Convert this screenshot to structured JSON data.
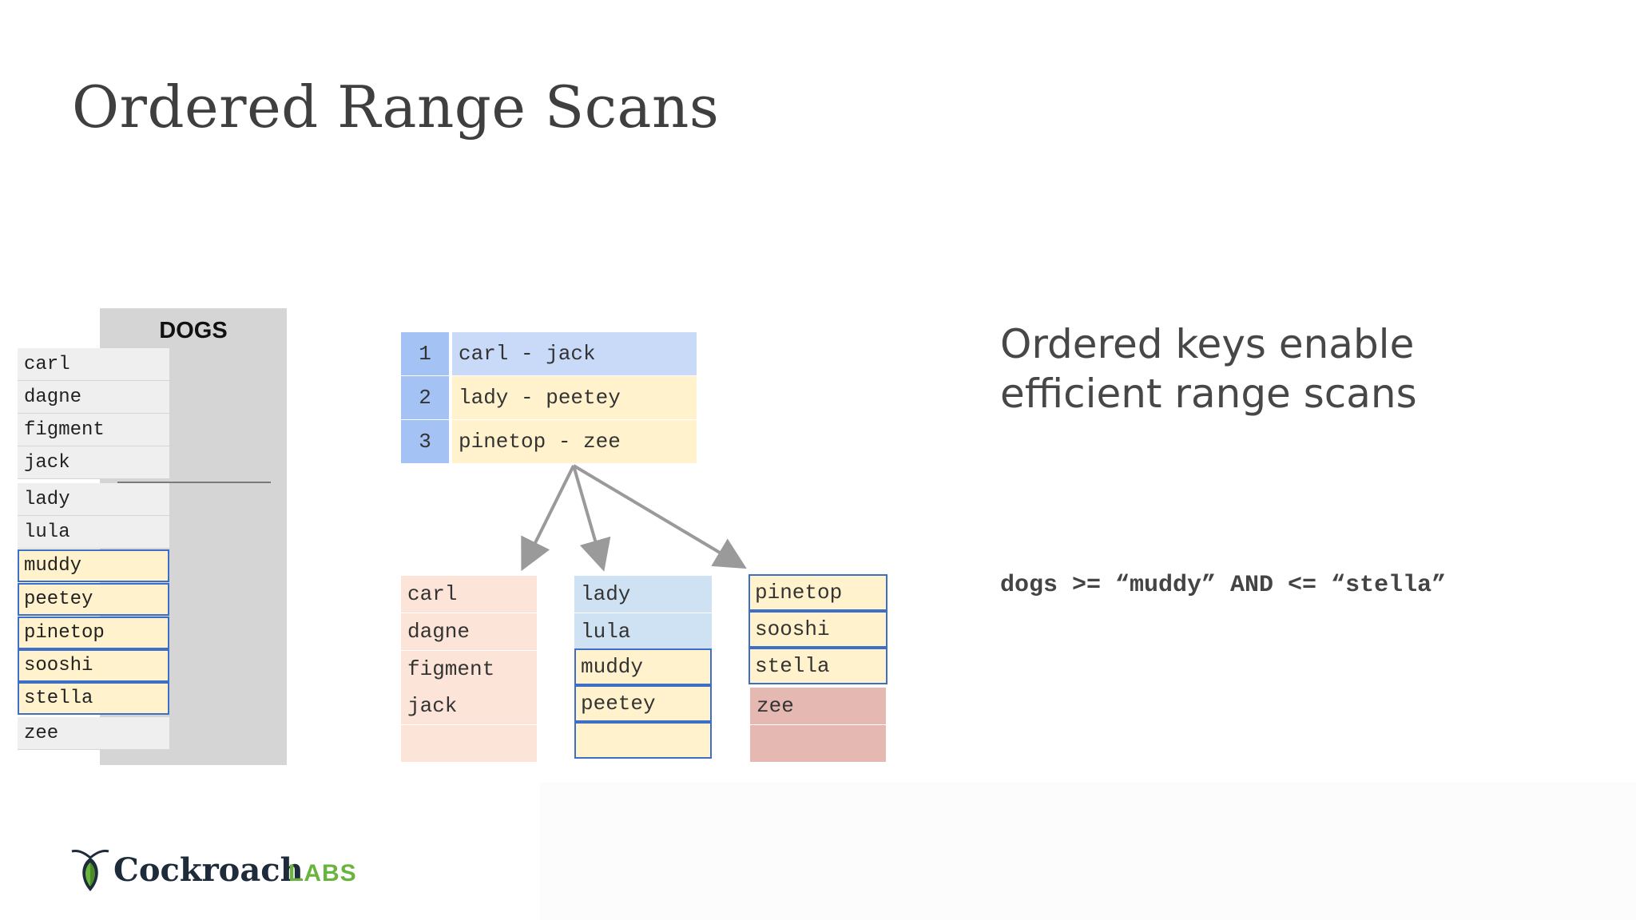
{
  "title": "Ordered Range Scans",
  "dogs_table": {
    "header": "DOGS",
    "rows": [
      "carl",
      "dagne",
      "figment",
      "jack",
      "lady",
      "lula",
      "muddy",
      "peetey",
      "pinetop",
      "sooshi",
      "stella",
      "zee"
    ]
  },
  "index_table": [
    {
      "id": "1",
      "range": "carl - jack"
    },
    {
      "id": "2",
      "range": "lady - peetey"
    },
    {
      "id": "3",
      "range": "pinetop - zee"
    }
  ],
  "ranges": [
    {
      "rows": [
        "carl",
        "dagne",
        "figment",
        "jack",
        ""
      ]
    },
    {
      "rows": [
        "lady",
        "lula",
        "muddy",
        "peetey",
        ""
      ]
    },
    {
      "rows": [
        "pinetop",
        "sooshi",
        "stella",
        "zee",
        ""
      ]
    }
  ],
  "description": {
    "line1": "Ordered keys enable",
    "line2": "efficient range scans"
  },
  "query": "dogs >= “muddy” AND <= “stella”",
  "logo": {
    "name": "Cockroach",
    "suffix": "LABS"
  },
  "colors": {
    "highlight_fill": "#fff2cc",
    "highlight_border": "#3d6fc7",
    "range1_fill": "#fce5d8",
    "range2_fill": "#cfe2f3",
    "range3_fill": "#e6b8b2",
    "index_blue": "#c9daf8",
    "index_num": "#a4c2f4",
    "arrow": "#9a9a9a"
  }
}
